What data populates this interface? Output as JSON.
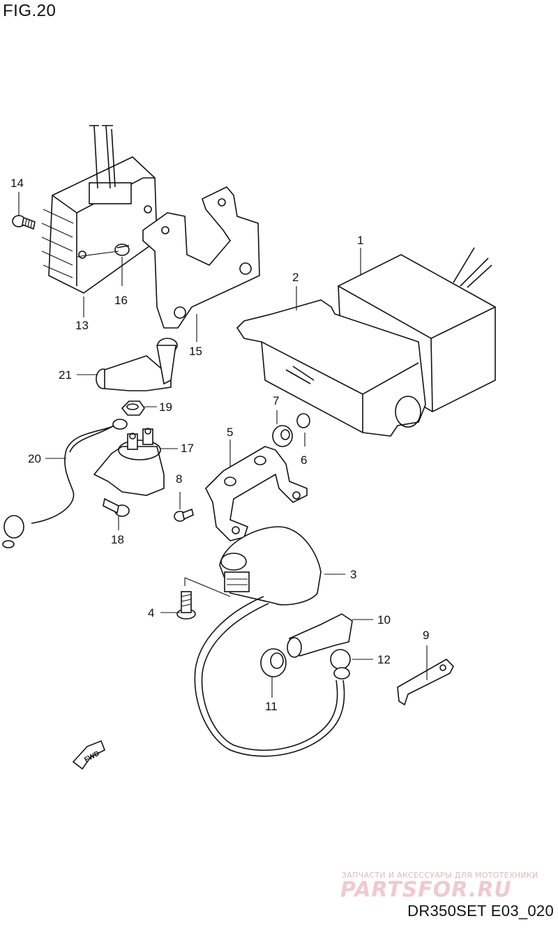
{
  "figure": {
    "title": "FIG.20",
    "code": "DR350SET E03_020"
  },
  "callouts": [
    "1",
    "2",
    "3",
    "4",
    "5",
    "6",
    "7",
    "8",
    "9",
    "10",
    "11",
    "12",
    "13",
    "14",
    "15",
    "16",
    "17",
    "18",
    "19",
    "20",
    "21"
  ],
  "direction_arrow": "FWD",
  "watermark": {
    "tagline": "ЗАПЧАСТИ И АКСЕССУАРЫ ДЛЯ МОТОТЕХНИКИ",
    "logo": "PARTSFOR.RU"
  }
}
